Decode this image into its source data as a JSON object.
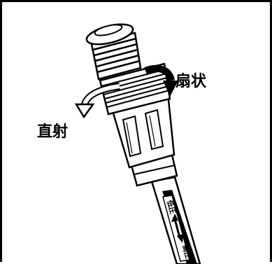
{
  "diagram": {
    "labels": {
      "fan": "扇状",
      "straight": "直射"
    },
    "wand_text": {
      "low": "低圧",
      "high": "高圧"
    },
    "colors": {
      "ink": "#000000",
      "paper": "#ffffff"
    },
    "icons": [
      "rotate-cw-arrow-icon",
      "rotate-ccw-arrow-icon",
      "double-headed-arrow-icon"
    ]
  }
}
